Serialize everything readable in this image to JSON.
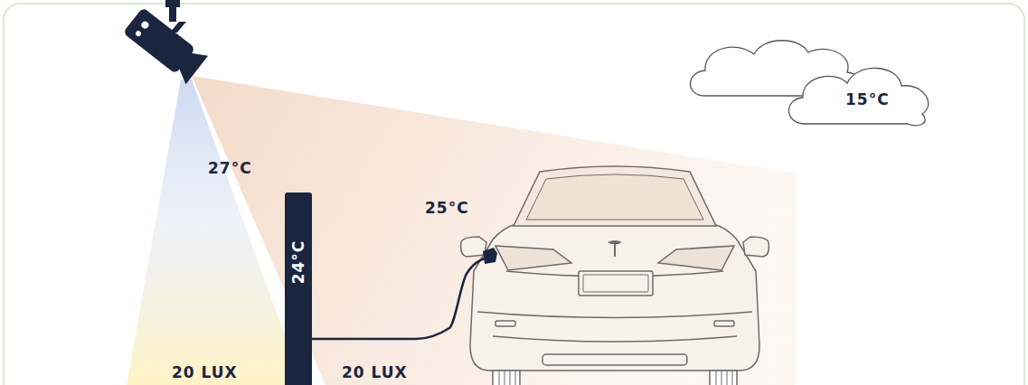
{
  "diagram": {
    "nodes": [
      {
        "text": [
          "15°C"
        ]
      },
      {
        "text": [
          "24°C"
        ]
      },
      {
        "text": [
          "25°C"
        ]
      }
    ],
    "edges": [
      {
        "from": 1,
        "to": 2,
        "arrow": "none"
      }
    ],
    "labels": [
      "27°C",
      "20 LUX",
      "20 LUX"
    ]
  }
}
